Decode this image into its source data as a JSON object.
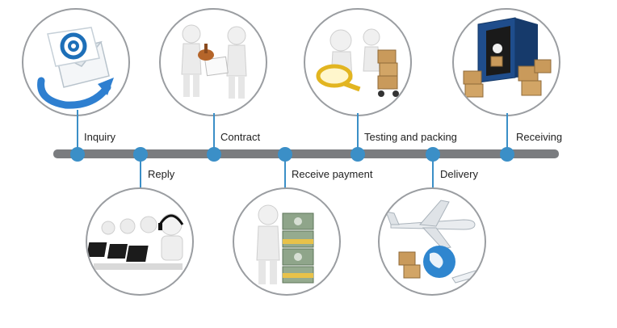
{
  "steps": [
    {
      "label": "Inquiry",
      "icon": "email-envelope-icon"
    },
    {
      "label": "Reply",
      "icon": "call-center-icon"
    },
    {
      "label": "Contract",
      "icon": "handshake-contract-icon"
    },
    {
      "label": "Receive payment",
      "icon": "money-stack-icon"
    },
    {
      "label": "Testing and packing",
      "icon": "magnifier-boxes-icon"
    },
    {
      "label": "Delivery",
      "icon": "airplane-globe-icon"
    },
    {
      "label": "Receiving",
      "icon": "container-boxes-icon"
    }
  ],
  "colors": {
    "timeline": "#7a7c7f",
    "node": "#3b8fc7",
    "circle_border": "#9a9da1"
  }
}
